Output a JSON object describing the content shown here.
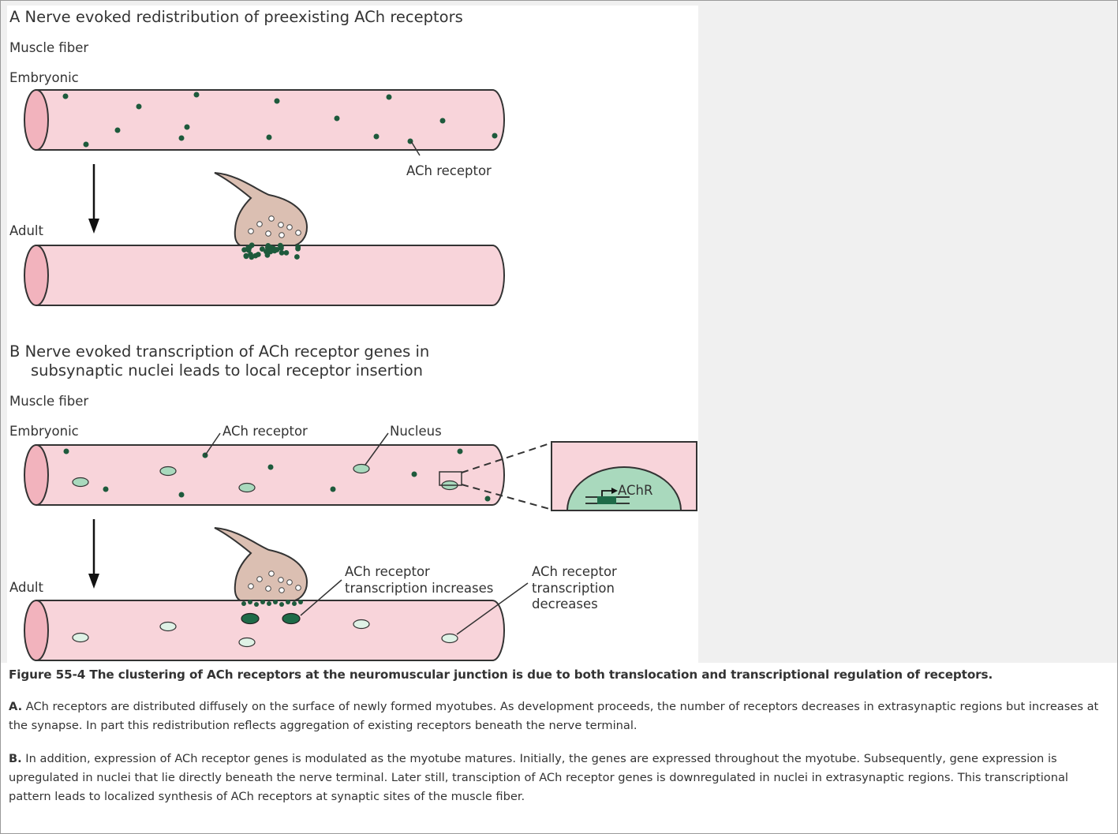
{
  "figure": {
    "panel_a": {
      "heading": "A  Nerve evoked redistribution of preexisting ACh receptors",
      "muscle_fiber_label": "Muscle fiber",
      "embryonic_label": "Embryonic",
      "receptor_label": "ACh receptor",
      "adult_label": "Adult"
    },
    "panel_b": {
      "heading_line1": "B  Nerve evoked transcription of ACh receptor genes in",
      "heading_line2": "subsynaptic nuclei leads to local receptor insertion",
      "muscle_fiber_label": "Muscle fiber",
      "embryonic_label": "Embryonic",
      "receptor_label": "ACh receptor",
      "nucleus_label": "Nucleus",
      "gene_label": "AChR",
      "adult_label": "Adult",
      "increase_label_line1": "ACh receptor",
      "increase_label_line2": "transcription increases",
      "decrease_label_line1": "ACh receptor",
      "decrease_label_line2": "transcription",
      "decrease_label_line3": "decreases"
    },
    "colors": {
      "fiber_fill": "#f8d4da",
      "fiber_end": "#f2b3bd",
      "terminal_fill": "#dbbfb2",
      "receptor": "#1e5a3c",
      "nucleus": "#a9d9bd",
      "nucleus_active": "#1e6b48"
    }
  },
  "caption": {
    "title": "Figure 55-4 The clustering of ACh receptors at the neuromuscular junction is due to both translocation and transcriptional regulation of receptors.",
    "para_a_label": "A.",
    "para_a_text": " ACh receptors are distributed diffusely on the surface of newly formed myotubes. As development proceeds, the number of receptors decreases in extrasynaptic regions but increases at the synapse. In part this redistribution reflects aggregation of existing receptors beneath the nerve terminal.",
    "para_b_label": "B.",
    "para_b_text": " In addition, expression of ACh receptor genes is modulated as the myotube matures. Initially, the genes are expressed throughout the myotube. Subsequently, gene expression is upregulated in nuclei that lie directly beneath the nerve terminal. Later still, transciption of ACh receptor genes is downregulated in nuclei in extrasynaptic regions. This transcriptional pattern leads to localized synthesis of ACh receptors at synaptic sites of the muscle fiber."
  }
}
